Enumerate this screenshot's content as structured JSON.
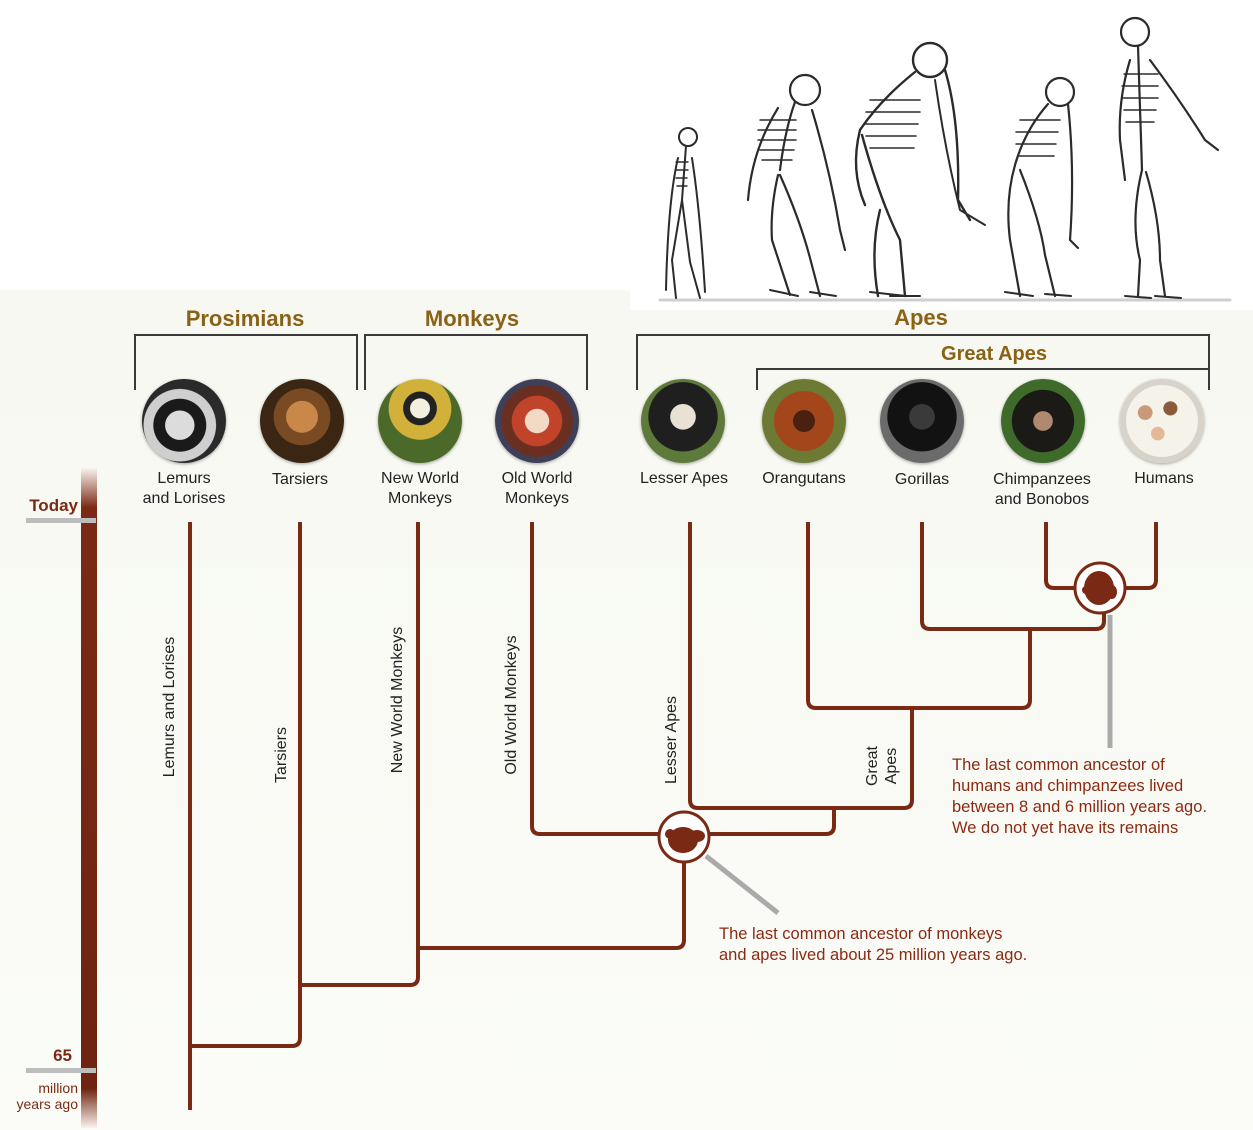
{
  "groups": {
    "prosimians": "Prosimians",
    "monkeys": "Monkeys",
    "apes": "Apes",
    "great_apes": "Great Apes"
  },
  "taxa": {
    "lemurs": "Lemurs\nand Lorises",
    "tarsiers": "Tarsiers",
    "new_world": "New World\nMonkeys",
    "old_world": "Old World\nMonkeys",
    "lesser_apes": "Lesser Apes",
    "orangutans": "Orangutans",
    "gorillas": "Gorillas",
    "chimps": "Chimpanzees\nand Bonobos",
    "humans": "Humans"
  },
  "branch_labels": {
    "lemurs": "Lemurs and Lorises",
    "tarsiers": "Tarsiers",
    "new_world": "New World Monkeys",
    "old_world": "Old World Monkeys",
    "lesser_apes": "Lesser Apes",
    "great_apes": "Great\nApes"
  },
  "timeline": {
    "today": "Today",
    "sixty_five": "65",
    "unit": "million\nyears ago"
  },
  "notes": {
    "monkeys_apes": "The last common ancestor of monkeys\nand apes lived about 25 million years ago.",
    "humans_chimps": "The last common ancestor of\nhumans and chimpanzees lived\nbetween 8 and 6 million years ago.\nWe do not yet have its remains"
  },
  "colors": {
    "tree": "#7a2a14",
    "group_label": "#8a6216",
    "note": "#8b2a12"
  },
  "icons": {
    "ancestor_monkey": "monkey-head-icon",
    "ancestor_human": "human-head-icon",
    "skeletons": "primate-skeletons-illustration"
  }
}
